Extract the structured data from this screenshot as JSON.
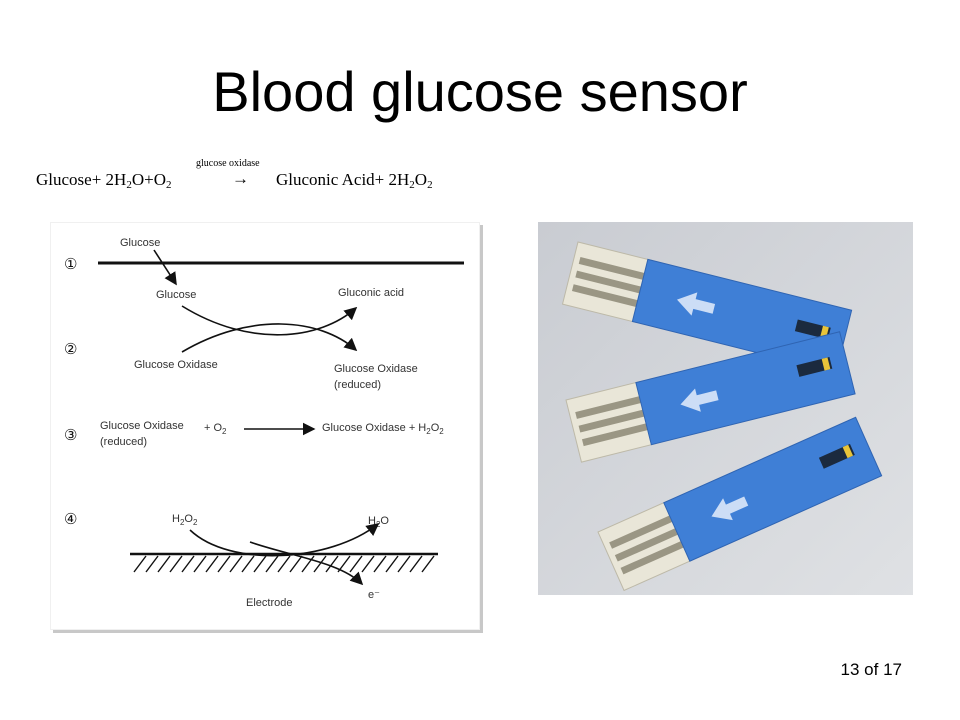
{
  "slide": {
    "title": "Blood glucose sensor",
    "page_number": "13 of 17"
  },
  "equation": {
    "reactant_1": "Glucose",
    "plus_1": "+ 2H",
    "sub_1": "2",
    "reactant_2": "O+O",
    "sub_2": "2",
    "enzyme_label": "glucose   oxidase",
    "arrow": "→",
    "product_1": "Gluconic Acid",
    "plus_2": "+ 2H",
    "sub_3": "2",
    "product_2": "O",
    "sub_4": "2"
  },
  "diagram": {
    "steps": [
      "①",
      "②",
      "③",
      "④"
    ],
    "labels": {
      "glucose_top": "Glucose",
      "glucose_mid": "Glucose",
      "gluconic_acid": "Gluconic acid",
      "glucose_oxidase": "Glucose Oxidase",
      "glucose_oxidase_reduced": "Glucose Oxidase",
      "reduced_1": "(reduced)",
      "step3_left": "Glucose Oxidase",
      "step3_reduced": "(reduced)",
      "step3_plus_o2": "+ O",
      "step3_o2_sub": "2",
      "step3_right": "Glucose Oxidase + H",
      "step3_h2_sub": "2",
      "step3_o": "O",
      "step3_o_sub": "2",
      "h2o2_h": "H",
      "h2o2_sub1": "2",
      "h2o2_o": "O",
      "h2o2_sub2": "2",
      "h2o_h": "H",
      "h2o_sub": "2",
      "h2o_o": "O",
      "electron": "e⁻",
      "electrode": "Electrode"
    }
  },
  "photo": {
    "strip_color": "#3f7fd6",
    "strip_end_color": "#e7e3d4",
    "background_color": "#d4d7dc",
    "strip_count": 3
  }
}
